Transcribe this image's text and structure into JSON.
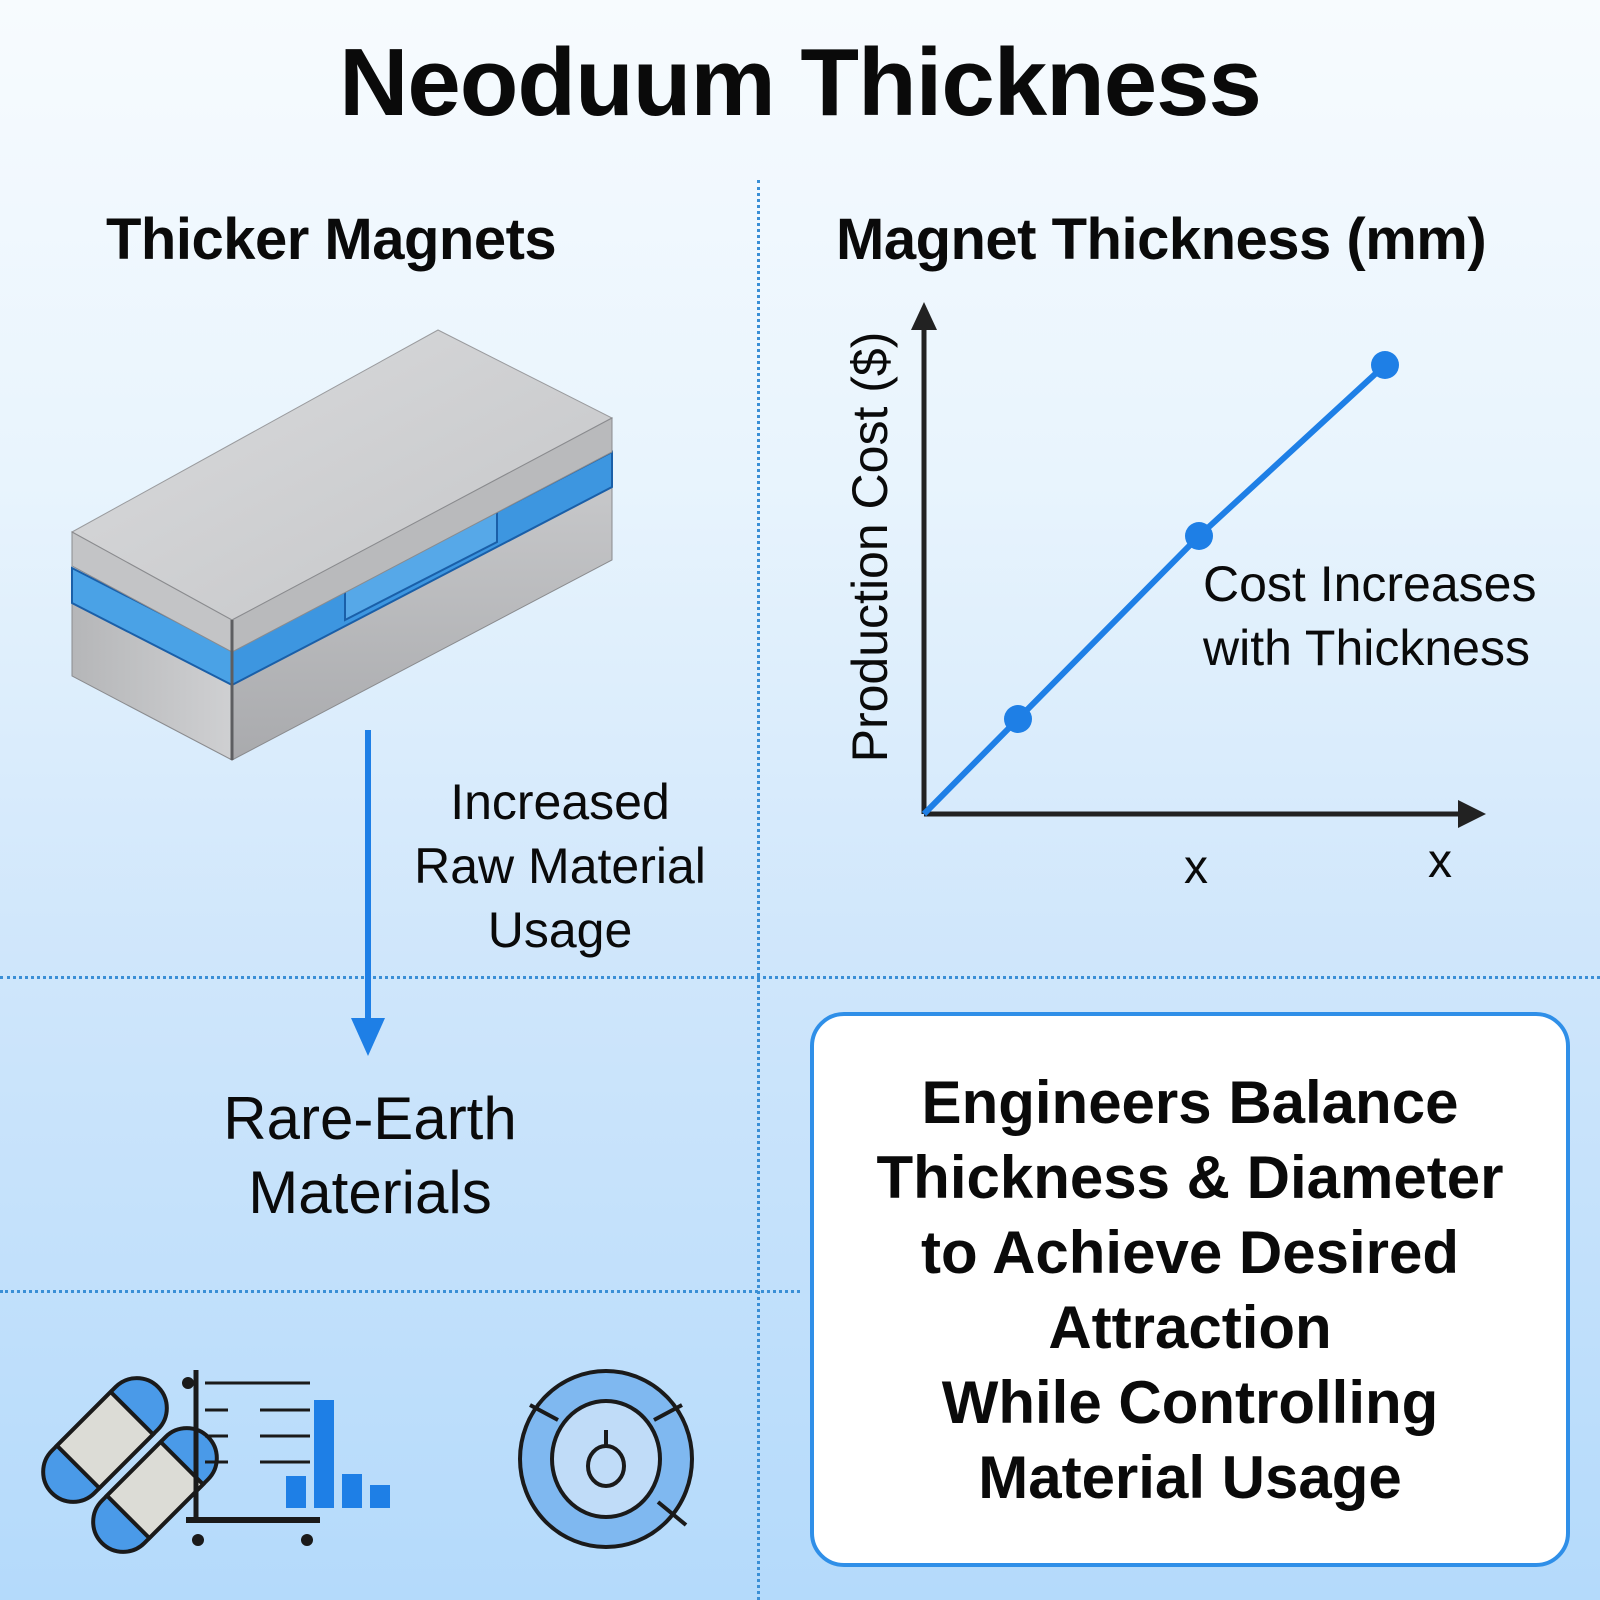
{
  "title": "Neoduum Thickness",
  "left_panel": {
    "heading": "Thicker Magnets",
    "arrow_label_lines": [
      "Increased",
      "Raw Material",
      "Usage"
    ],
    "result_lines": [
      "Rare-Earth",
      "Materials"
    ],
    "icons": [
      "magnet-bars-icon",
      "bar-chart-icon",
      "gauge-dial-icon"
    ]
  },
  "right_panel": {
    "heading": "Magnet Thickness (mm)",
    "note_lines": [
      "Cost Increases",
      "with Thickness"
    ],
    "summary_lines": [
      "Engineers Balance",
      "Thickness & Diameter",
      "to Achieve Desired",
      "Attraction",
      "While Controlling",
      "Material Usage"
    ]
  },
  "colors": {
    "accent_blue": "#1e7fe6",
    "magnet_silver": "#c9cacc",
    "magnet_blue": "#4aa2e6",
    "divider": "#3a8fd6"
  },
  "chart_data": {
    "type": "line",
    "title": "Magnet Thickness (mm)",
    "xlabel": "",
    "ylabel": "Production Cost ($)",
    "x_tick_labels": [
      "x",
      "x"
    ],
    "x": [
      0,
      1,
      2,
      3
    ],
    "values": [
      0,
      1,
      2,
      2.9
    ],
    "annotation": "Cost Increases with Thickness",
    "grid": false,
    "legend": "none"
  }
}
